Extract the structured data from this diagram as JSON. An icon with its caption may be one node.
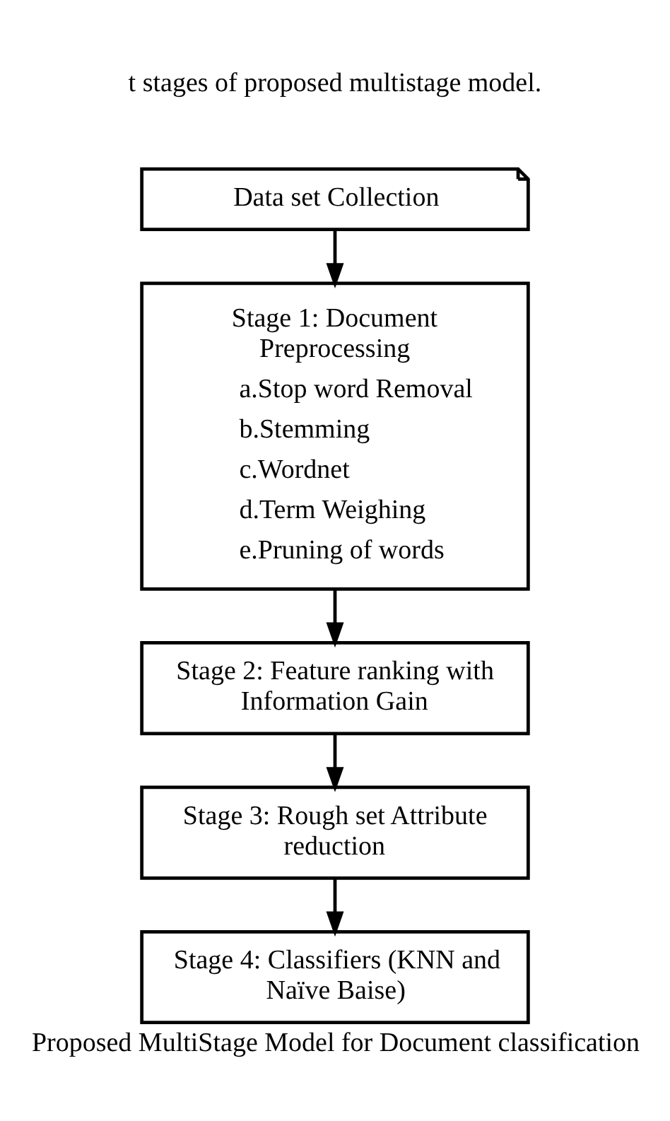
{
  "diagram": {
    "caption": "Proposed MultiStage Model for Document classification",
    "nodes": [
      {
        "text": [
          "Data set Collection"
        ]
      },
      {
        "text": [
          "Stage 1: Document Preprocessing",
          "a.Stop word Removal",
          "b.Stemming",
          "c.Wordnet",
          "d.Term Weighing",
          "e.Pruning of words"
        ]
      },
      {
        "text": [
          "Stage 2: Feature ranking with Information Gain"
        ]
      },
      {
        "text": [
          "Stage 3: Rough set Attribute reduction"
        ]
      },
      {
        "text": [
          "Stage 4: Classifiers (KNN and Naïve Baise)"
        ]
      }
    ],
    "edges": [
      {
        "from": 0,
        "to": 1,
        "arrow": "to"
      },
      {
        "from": 1,
        "to": 2,
        "arrow": "to"
      },
      {
        "from": 2,
        "to": 3,
        "arrow": "to"
      },
      {
        "from": 3,
        "to": 4,
        "arrow": "to"
      }
    ],
    "labels": [
      "t stages of proposed multistage model."
    ]
  }
}
